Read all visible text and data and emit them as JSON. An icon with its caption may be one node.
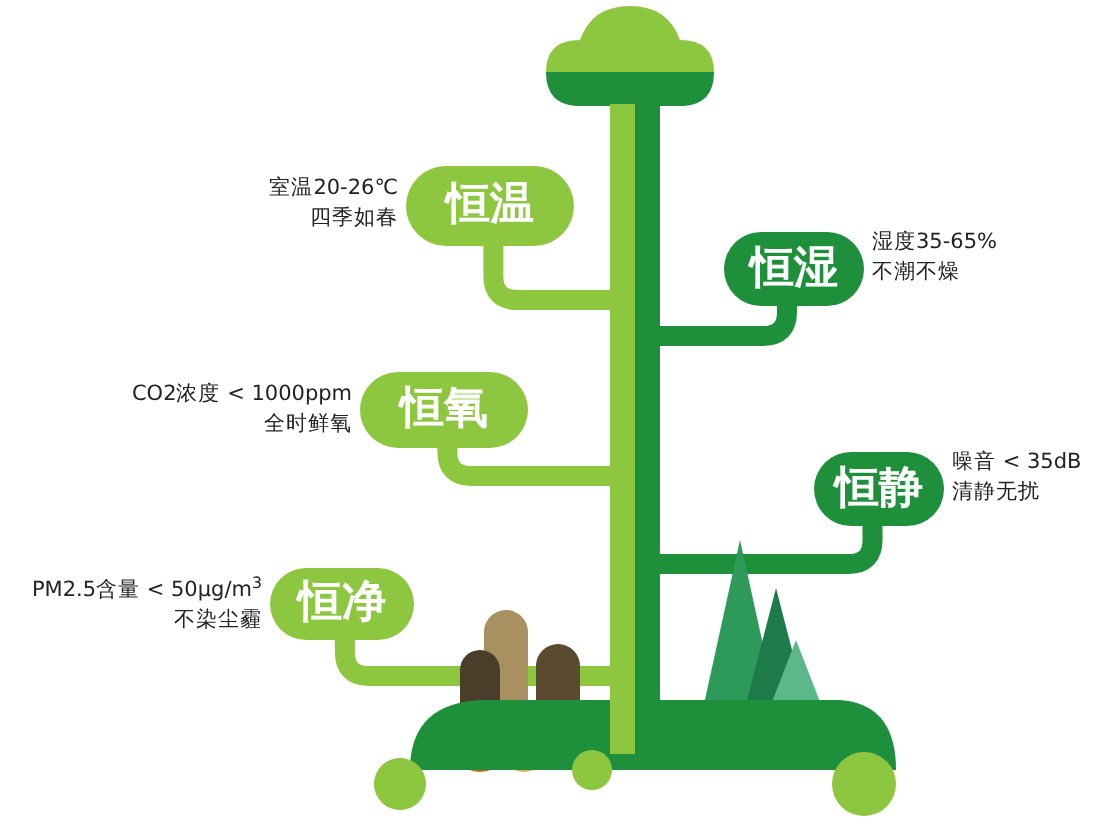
{
  "diagram": {
    "nodes": [
      {
        "text": [],
        "shape": "bar"
      },
      {
        "text": [
          "恒温"
        ],
        "beside": [
          "室温20-26℃",
          "四季如春"
        ]
      },
      {
        "text": [
          "恒湿"
        ],
        "beside": [
          "湿度35-65%",
          "不潮不燥"
        ]
      },
      {
        "text": [
          "恒氧"
        ],
        "beside": [
          "CO2浓度 < 1000ppm",
          "全时鲜氧"
        ]
      },
      {
        "text": [
          "恒静"
        ],
        "beside": [
          "噪音 < 35dB",
          "清静无扰"
        ]
      },
      {
        "text": [
          "恒净"
        ],
        "beside": [
          "PM2.5含量 < 50μg/m$^{3}$",
          "不染尘霾"
        ]
      }
    ],
    "edges": [
      {
        "from": 1,
        "to": 0,
        "arrow": "none"
      },
      {
        "from": 2,
        "to": 0,
        "arrow": "none",
        "color": "#1e8f3a"
      },
      {
        "from": 3,
        "to": 0,
        "arrow": "none"
      },
      {
        "from": 4,
        "to": 0,
        "arrow": "none",
        "color": "#1e8f3a"
      },
      {
        "from": 5,
        "to": 0,
        "arrow": "none"
      }
    ]
  }
}
